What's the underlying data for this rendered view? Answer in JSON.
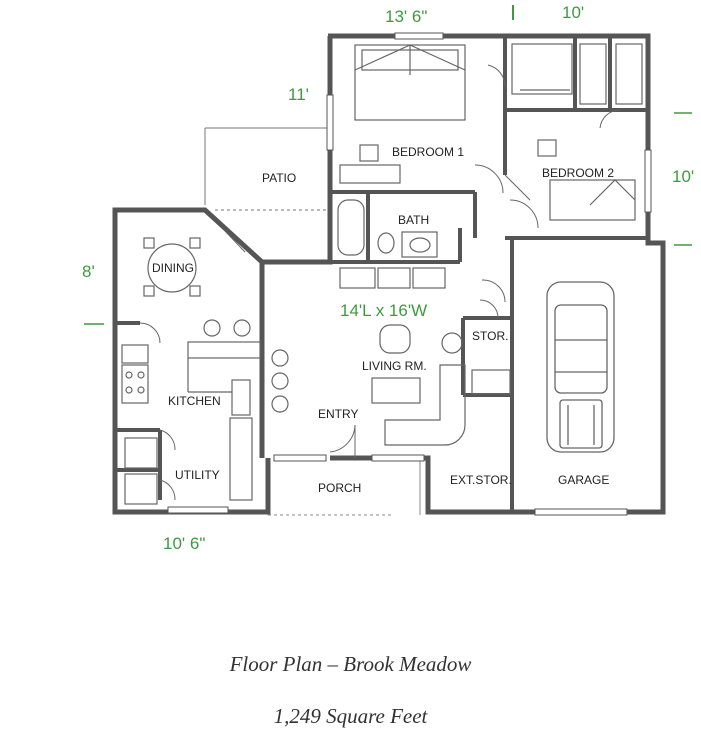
{
  "rooms": {
    "bedroom1": "BEDROOM 1",
    "bedroom2": "BEDROOM 2",
    "patio": "PATIO",
    "bath": "BATH",
    "dining": "DINING",
    "living": "LIVING RM.",
    "kitchen": "KITCHEN",
    "entry": "ENTRY",
    "utility": "UTILITY",
    "porch": "PORCH",
    "stor": "STOR.",
    "ext_stor": "EXT.STOR.",
    "garage": "GARAGE"
  },
  "dimensions": {
    "top_left": "13' 6\"",
    "top_right": "10'",
    "left_bedroom": "11'",
    "right_bedroom": "10'",
    "left_dining": "8'",
    "living": "14'L x 16'W",
    "bottom": "10' 6\""
  },
  "colors": {
    "dimension": "#3f9a3f",
    "walls": "#555555"
  },
  "caption": {
    "title": "Floor Plan – Brook Meadow",
    "area": "1,249 Square Feet"
  }
}
